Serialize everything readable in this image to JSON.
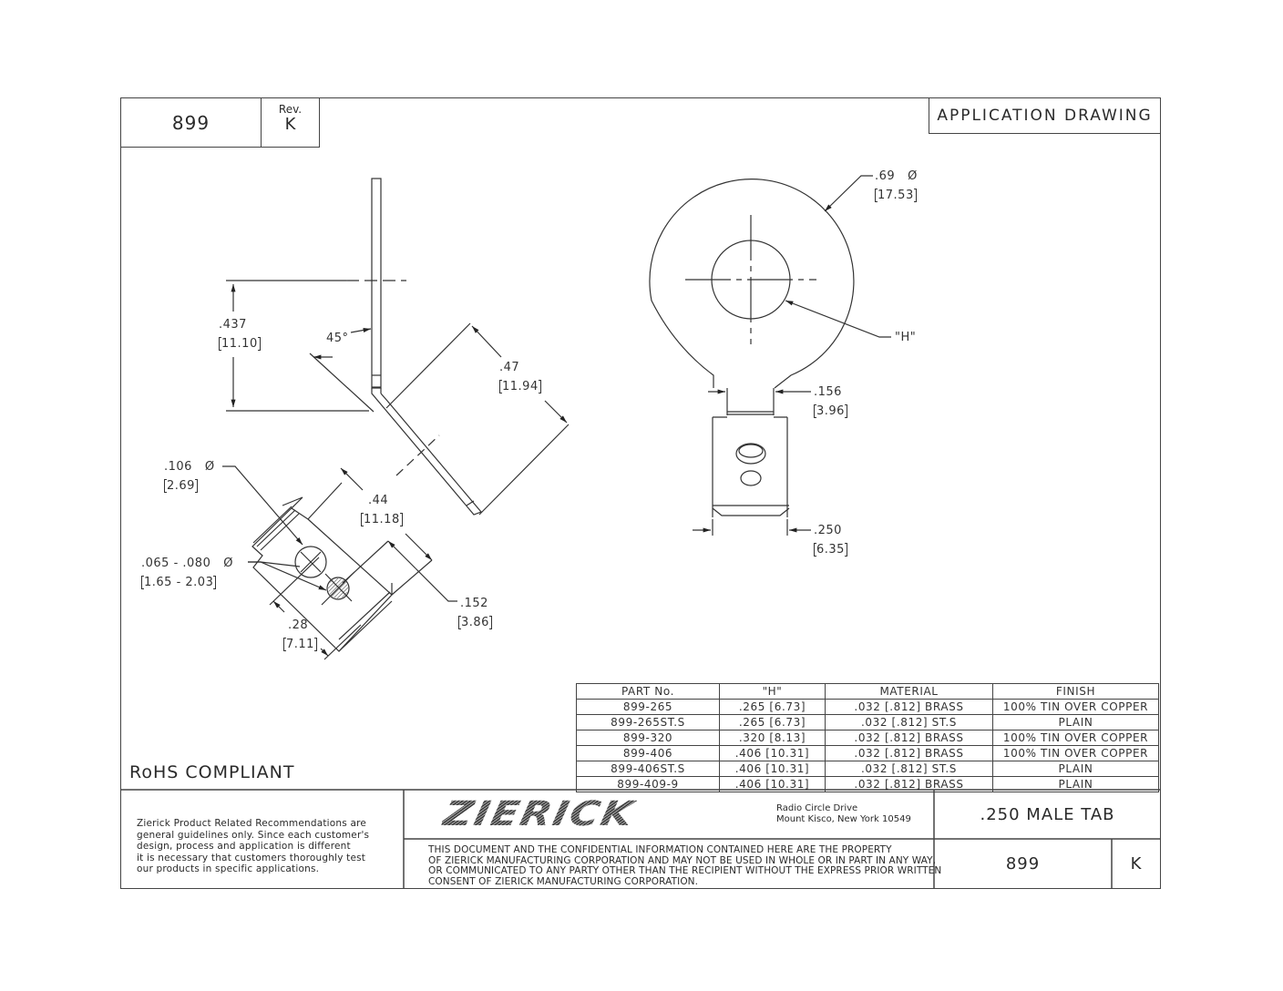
{
  "header": {
    "drawing_number": "899",
    "revision_label": "Rev.",
    "revision": "K",
    "drawing_type": "APPLICATION DRAWING"
  },
  "side_view": {
    "angle": "45°",
    "height_in": ".437",
    "height_mm": "11.10",
    "length_in": ".47",
    "length_mm": "11.94"
  },
  "detail_view": {
    "hole_dia_in": ".106",
    "hole_dia_mm": "2.69",
    "dimple_dia_in": ".065 - .080",
    "dimple_dia_mm": "1.65 - 2.03",
    "tab_length_in": ".44",
    "tab_length_mm": "11.18",
    "hole_offset_in": ".152",
    "hole_offset_mm": "3.86",
    "dimple_offset_in": ".28",
    "dimple_offset_mm": "7.11",
    "diameter_symbol": "Ø"
  },
  "front_view": {
    "ring_dia_in": ".69",
    "ring_dia_mm": "17.53",
    "hole_label": "\"H\"",
    "neck_width_in": ".156",
    "neck_width_mm": "3.96",
    "tab_width_in": ".250",
    "tab_width_mm": "6.35",
    "diameter_symbol": "Ø"
  },
  "parts_table": {
    "headers": [
      "PART No.",
      "\"H\"",
      "MATERIAL",
      "FINISH"
    ],
    "rows": [
      [
        "899-265",
        ".265 [6.73]",
        ".032 [.812] BRASS",
        "100% TIN OVER COPPER"
      ],
      [
        "899-265ST.S",
        ".265 [6.73]",
        ".032 [.812] ST.S",
        "PLAIN"
      ],
      [
        "899-320",
        ".320 [8.13]",
        ".032 [.812] BRASS",
        "100% TIN OVER COPPER"
      ],
      [
        "899-406",
        ".406 [10.31]",
        ".032 [.812] BRASS",
        "100% TIN OVER COPPER"
      ],
      [
        "899-406ST.S",
        ".406 [10.31]",
        ".032 [.812] ST.S",
        "PLAIN"
      ],
      [
        "899-409-9",
        ".406 [10.31]",
        ".032 [.812] BRASS",
        "PLAIN"
      ]
    ]
  },
  "compliance": "RoHS COMPLIANT",
  "title_block": {
    "disclaimer": [
      "Zierick Product Related Recommendations are",
      "general guidelines only. Since each customer's",
      "design, process and application is different",
      "it is necessary that customers thoroughly test",
      "our products in specific applications."
    ],
    "company_logo": "ZIERICK",
    "address_line1": "Radio Circle Drive",
    "address_line2": "Mount Kisco, New York 10549",
    "confidentiality": [
      "THIS DOCUMENT AND THE CONFIDENTIAL INFORMATION CONTAINED HERE ARE THE PROPERTY",
      "OF ZIERICK MANUFACTURING CORPORATION AND MAY NOT BE USED IN WHOLE OR IN PART IN ANY WAY,",
      "OR COMMUNICATED TO ANY PARTY OTHER THAN THE RECIPIENT WITHOUT THE EXPRESS PRIOR WRITTEN",
      "CONSENT OF ZIERICK MANUFACTURING CORPORATION."
    ],
    "description": ".250 MALE TAB",
    "drawing_number": "899",
    "revision": "K"
  }
}
